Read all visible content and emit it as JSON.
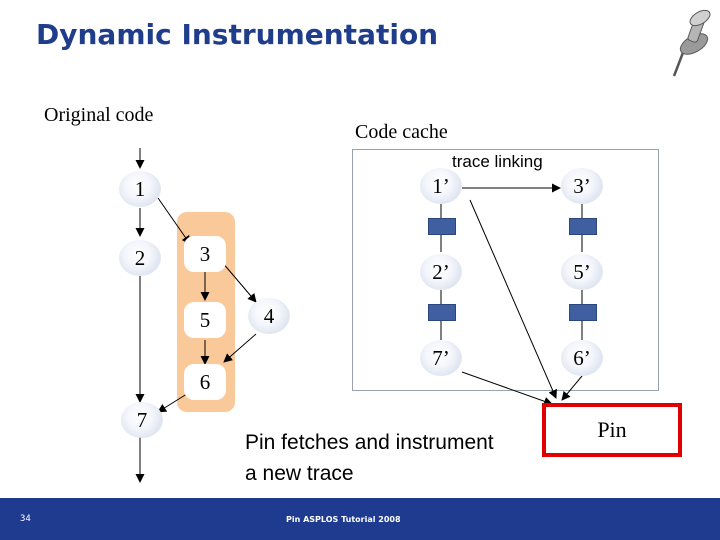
{
  "title": "Dynamic Instrumentation",
  "original_code_label": "Original code",
  "code_cache_label": "Code cache",
  "trace_linking_label": "trace linking",
  "original_nodes": {
    "n1": "1",
    "n2": "2",
    "n3": "3",
    "n5": "5",
    "n4": "4",
    "n6": "6",
    "n7": "7"
  },
  "cache_nodes": {
    "c1": "1’",
    "c3": "3’",
    "c2": "2’",
    "c5": "5’",
    "c7": "7’",
    "c6": "6’"
  },
  "description_line1": "Pin fetches and instrument",
  "description_line2": "a new trace",
  "pin_label": "Pin",
  "footer": {
    "page_number": "34",
    "text": "Pin ASPLOS Tutorial 2008"
  },
  "colors": {
    "title": "#1f3d8a",
    "highlight": "#f9c99a",
    "footer": "#1f3b8f",
    "pin_border": "#e00000",
    "stub": "#3f5fa0"
  },
  "icons": [
    "pushpin-icon"
  ]
}
